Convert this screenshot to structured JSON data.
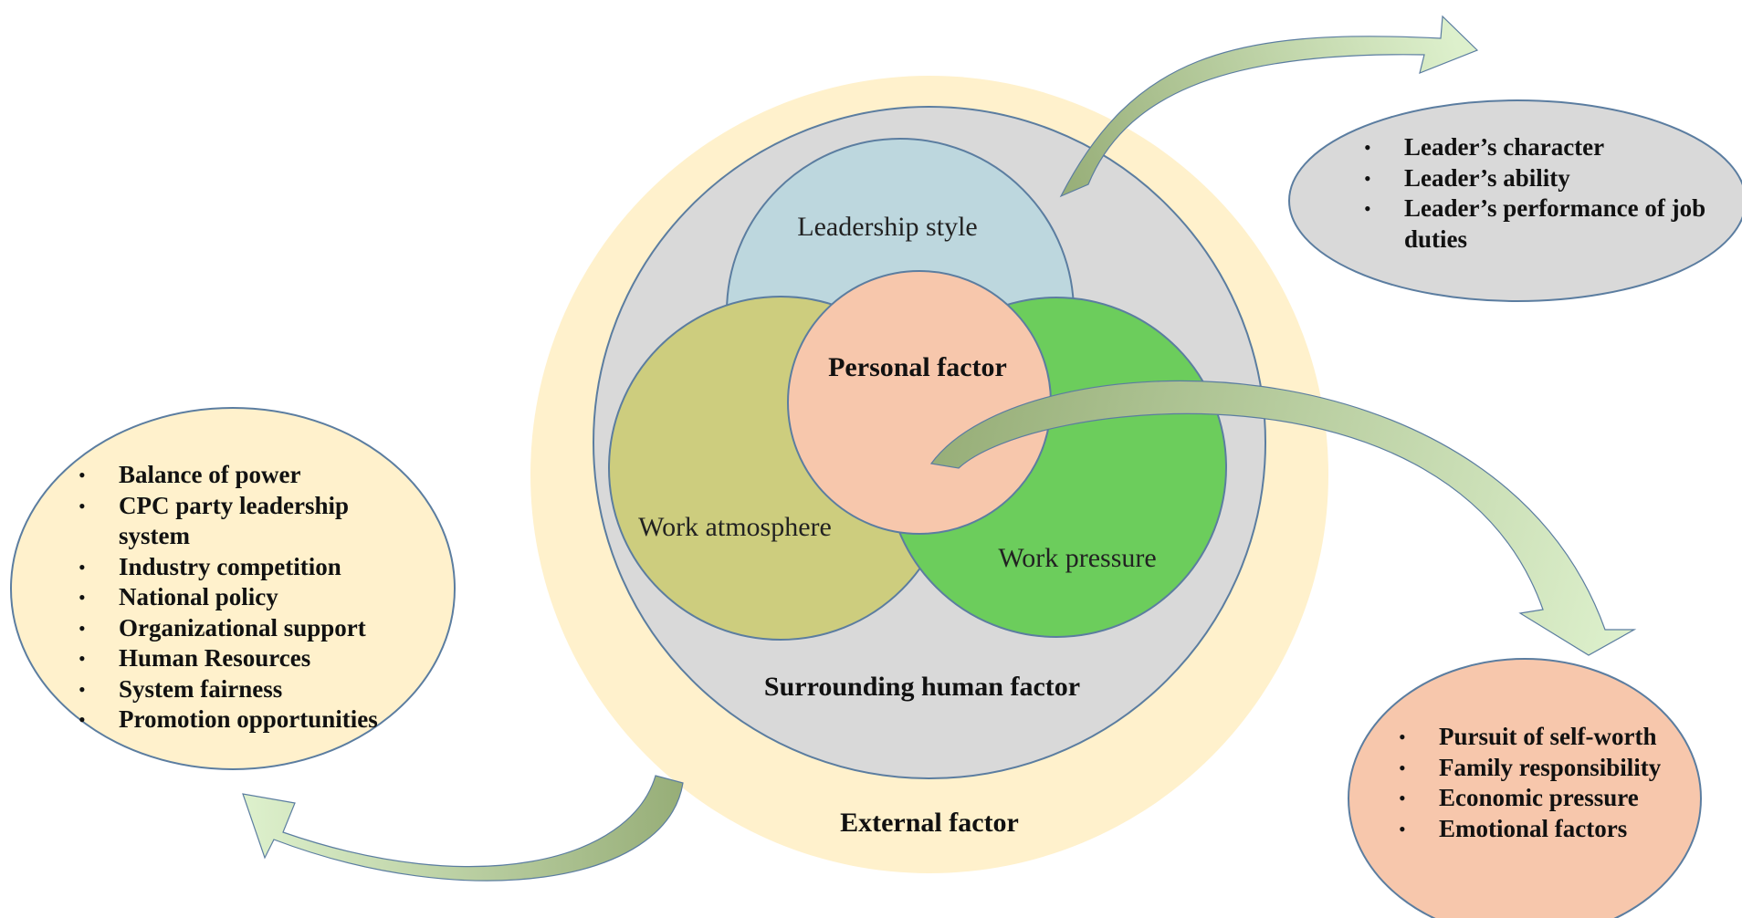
{
  "diagram": {
    "external_label": "External factor",
    "surrounding_label": "Surrounding human factor",
    "circles": {
      "leadership": "Leadership style",
      "atmosphere": "Work atmosphere",
      "pressure": "Work pressure",
      "personal": "Personal factor"
    },
    "colors": {
      "external": "#FFF1CC",
      "surrounding": "#D9D9D9",
      "leadership": "#BDD7DE",
      "atmosphere": "#CDCD7E",
      "pressure": "#6CCD5C",
      "personal": "#F7C7AC",
      "arrow_dark": "#97AE78",
      "arrow_light": "#D8EEC4",
      "outline": "#5B7DA0"
    }
  },
  "callouts": {
    "leader": {
      "items": [
        "Leader’s character",
        "Leader’s ability",
        "Leader’s performance of job duties"
      ]
    },
    "external": {
      "items": [
        "Balance of power",
        "CPC party leadership system",
        "Industry competition",
        "National policy",
        "Organizational support",
        "Human Resources",
        "System fairness",
        "Promotion opportunities"
      ]
    },
    "personal": {
      "items": [
        "Pursuit of self-worth",
        "Family responsibility",
        "Economic pressure",
        "Emotional factors"
      ]
    }
  }
}
